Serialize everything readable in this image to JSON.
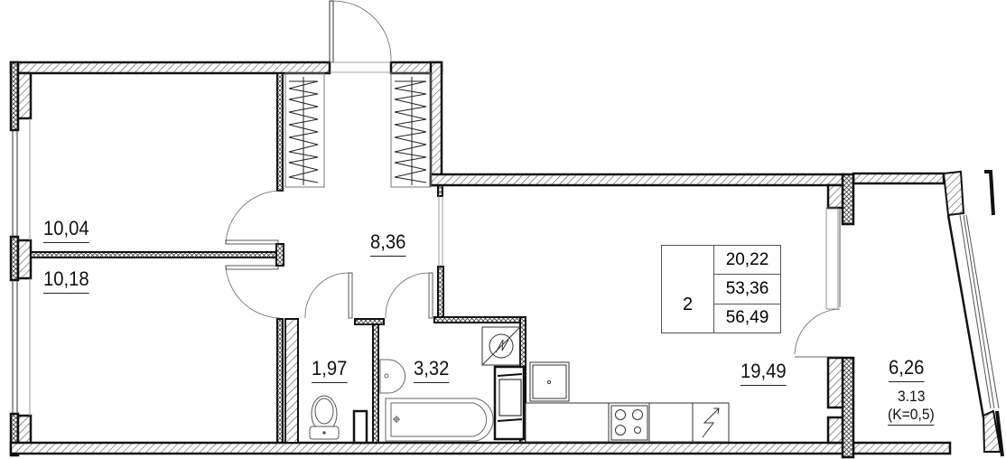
{
  "plan": {
    "type": "apartment-floor-plan",
    "rooms": [
      {
        "id": "bedroom-upper",
        "area": "10,04"
      },
      {
        "id": "bedroom-lower",
        "area": "10,18"
      },
      {
        "id": "hallway",
        "area": "8,36"
      },
      {
        "id": "toilet",
        "area": "1,97"
      },
      {
        "id": "bathroom",
        "area": "3,32"
      },
      {
        "id": "kitchen-living",
        "area": "19,49"
      },
      {
        "id": "balcony",
        "area": "6,26",
        "reduced_area": "3.13",
        "coefficient": "(K=0,5)"
      }
    ],
    "summary_table": {
      "room_count": "2",
      "living_area": "20,22",
      "total_area": "53,36",
      "total_with_balcony": "56,49"
    },
    "fixtures": [
      "wardrobe-left",
      "wardrobe-right",
      "toilet-bowl",
      "washbasin",
      "bathtub",
      "boiler",
      "washing-machine",
      "kitchen-sink",
      "cooktop",
      "electric-outlet"
    ],
    "colors": {
      "wall": "#111111",
      "hatch": "#555555",
      "background": "#ffffff"
    }
  }
}
